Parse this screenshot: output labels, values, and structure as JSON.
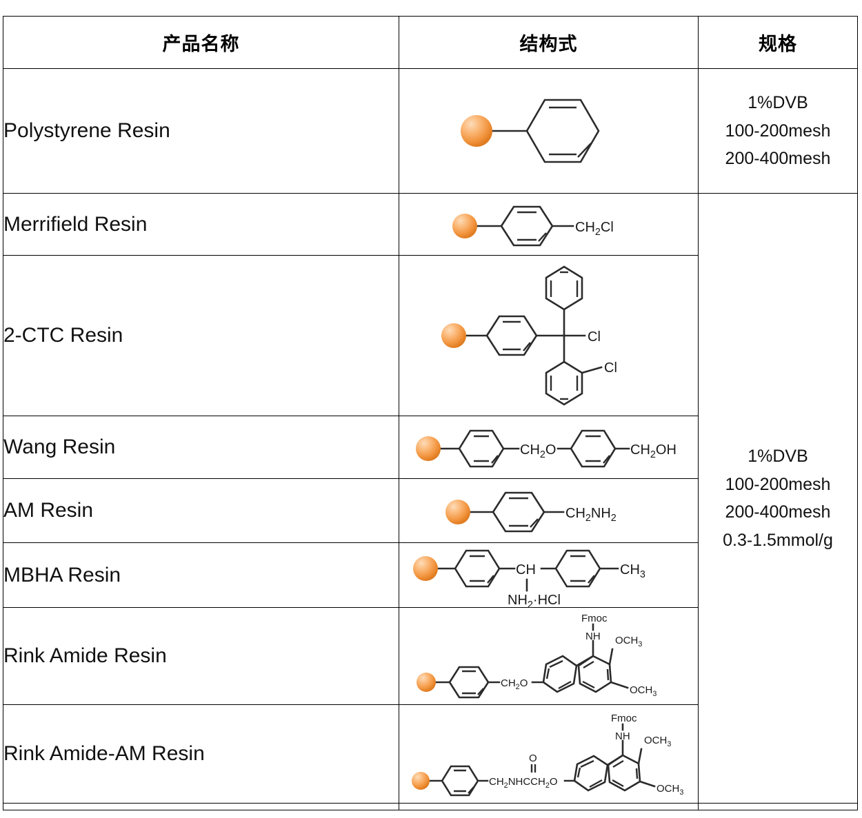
{
  "table": {
    "headers": {
      "product_name": "产品名称",
      "structure": "结构式",
      "specification": "规格"
    },
    "rows": [
      {
        "name": "Polystyrene Resin",
        "structure_id": "polystyrene-structure",
        "structure_labels": []
      },
      {
        "name": "Merrifield Resin",
        "structure_id": "merrifield-structure",
        "structure_labels": [
          "CH2Cl"
        ]
      },
      {
        "name": "2-CTC Resin",
        "structure_id": "2-ctc-structure",
        "structure_labels": [
          "Cl",
          "Cl"
        ]
      },
      {
        "name": "Wang Resin",
        "structure_id": "wang-structure",
        "structure_labels": [
          "CH2O",
          "CH2OH"
        ]
      },
      {
        "name": "AM Resin",
        "structure_id": "am-structure",
        "structure_labels": [
          "CH2NH2"
        ]
      },
      {
        "name": "MBHA Resin",
        "structure_id": "mbha-structure",
        "structure_labels": [
          "CH",
          "NH2·HCl",
          "CH3"
        ]
      },
      {
        "name": "Rink Amide Resin",
        "structure_id": "rink-amide-structure",
        "structure_labels": [
          "CH2O",
          "NH",
          "Fmoc",
          "OCH3",
          "OCH3"
        ]
      },
      {
        "name": "Rink Amide-AM Resin",
        "structure_id": "rink-amide-am-structure",
        "structure_labels": [
          "CH2NHCCH2O",
          "O",
          "NH",
          "Fmoc",
          "OCH3",
          "OCH3"
        ]
      }
    ],
    "spec_groups": [
      {
        "lines": [
          "1%DVB",
          "100-200mesh",
          "200-400mesh"
        ]
      },
      {
        "lines": [
          "1%DVB",
          "100-200mesh",
          "200-400mesh",
          "0.3-1.5mmol/g"
        ]
      }
    ]
  },
  "atoms": {
    "cl": "Cl",
    "ch": "CH",
    "fmoc": "Fmoc",
    "nh": "NH",
    "o": "O"
  },
  "colors": {
    "bead_light": "#FBC48E",
    "bead_mid": "#F5A25A",
    "bead_dark": "#E8862A",
    "bond": "#2b2b2b",
    "border": "#000000",
    "text": "#111111"
  }
}
